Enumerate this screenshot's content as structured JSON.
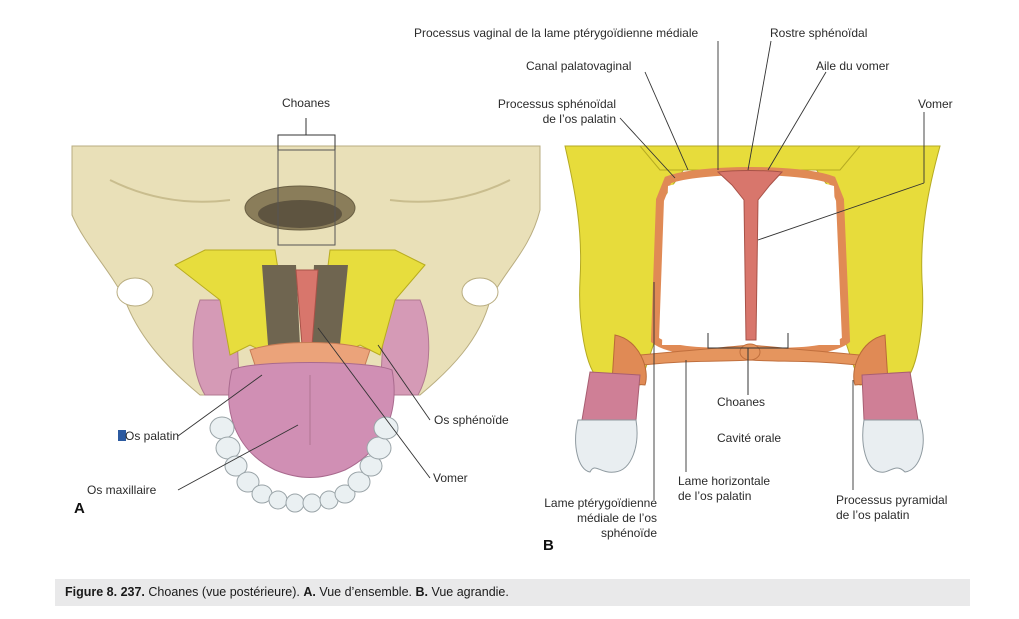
{
  "panelA": {
    "letter": "A",
    "labels": {
      "choanes": "Choanes",
      "os_palatin": "Os palatin",
      "os_sphenoide": "Os sphénoïde",
      "os_maxillaire": "Os maxillaire",
      "vomer": "Vomer"
    }
  },
  "panelB": {
    "letter": "B",
    "labels": {
      "processus_vaginal": "Processus vaginal de la lame ptérygoïdienne médiale",
      "rostre": "Rostre sphénoïdal",
      "canal_palatovaginal": "Canal palatovaginal",
      "aile_vomer": "Aile du vomer",
      "processus_sphenoidal_1": "Processus sphénoïdal",
      "processus_sphenoidal_2": "de l’os palatin",
      "vomer": "Vomer",
      "choanes": "Choanes",
      "cavite_orale": "Cavité orale",
      "lame_horizontale_1": "Lame horizontale",
      "lame_horizontale_2": "de l’os palatin",
      "lame_pterygoidienne_1": "Lame ptérygoïdienne",
      "lame_pterygoidienne_2": "médiale de l’os",
      "lame_pterygoidienne_3": "sphénoïde",
      "processus_pyramidal_1": "Processus pyramidal",
      "processus_pyramidal_2": "de l’os palatin"
    }
  },
  "caption": {
    "figure": "Figure 8. 237.",
    "text1": "Choanes (vue postérieure).",
    "a": "A.",
    "text2": "Vue d’ensemble.",
    "b": "B.",
    "text3": "Vue agrandie."
  },
  "colors": {
    "bone": "#e8dfb6",
    "sphenoid": "#e6dc3c",
    "palatine": "#d69aa8",
    "vomer": "#d9776c",
    "teeth": "#e9eef0"
  }
}
